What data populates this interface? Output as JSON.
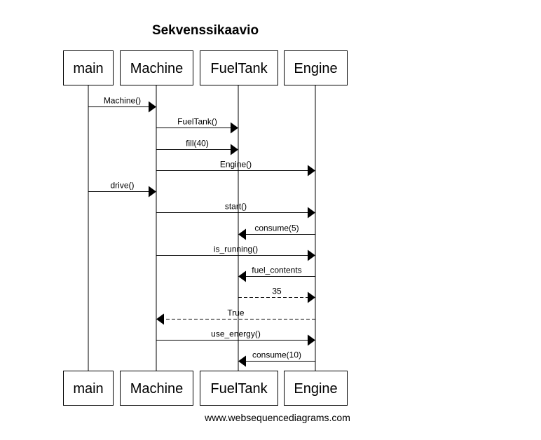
{
  "diagram": {
    "title": "Sekvenssikaavio",
    "participants": [
      {
        "id": "main",
        "label": "main"
      },
      {
        "id": "machine",
        "label": "Machine"
      },
      {
        "id": "fueltank",
        "label": "FuelTank"
      },
      {
        "id": "engine",
        "label": "Engine"
      }
    ],
    "messages": [
      {
        "from": "main",
        "to": "machine",
        "label": "Machine()",
        "style": "solid"
      },
      {
        "from": "machine",
        "to": "fueltank",
        "label": "FuelTank()",
        "style": "solid"
      },
      {
        "from": "machine",
        "to": "fueltank",
        "label": "fill(40)",
        "style": "solid"
      },
      {
        "from": "machine",
        "to": "engine",
        "label": "Engine()",
        "style": "solid"
      },
      {
        "from": "main",
        "to": "machine",
        "label": "drive()",
        "style": "solid"
      },
      {
        "from": "machine",
        "to": "engine",
        "label": "start()",
        "style": "solid"
      },
      {
        "from": "engine",
        "to": "fueltank",
        "label": "consume(5)",
        "style": "solid"
      },
      {
        "from": "machine",
        "to": "engine",
        "label": "is_running()",
        "style": "solid"
      },
      {
        "from": "engine",
        "to": "fueltank",
        "label": "fuel_contents",
        "style": "solid"
      },
      {
        "from": "fueltank",
        "to": "engine",
        "label": "35",
        "style": "dashed"
      },
      {
        "from": "engine",
        "to": "machine",
        "label": "True",
        "style": "dashed"
      },
      {
        "from": "machine",
        "to": "engine",
        "label": "use_energy()",
        "style": "solid"
      },
      {
        "from": "engine",
        "to": "fueltank",
        "label": "consume(10)",
        "style": "solid"
      }
    ],
    "footer": "www.websequencediagrams.com"
  }
}
